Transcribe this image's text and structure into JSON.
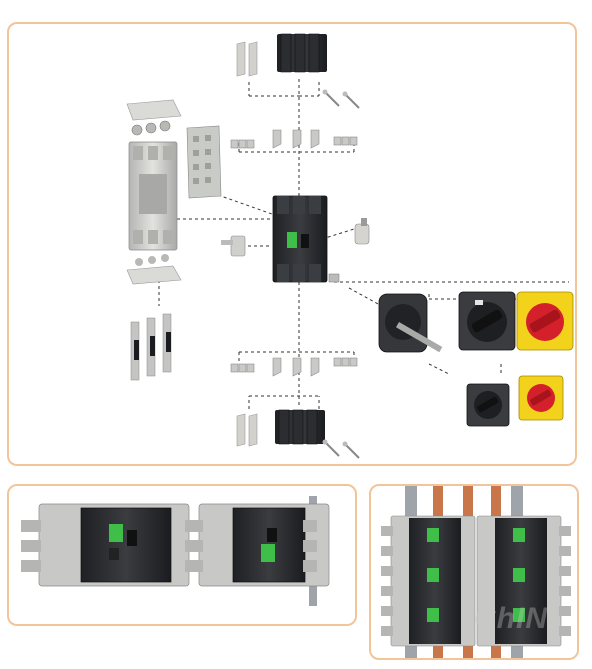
{
  "figure": {
    "panels": [
      "exploded-accessories-view",
      "assembled-breakers-side-by-side",
      "breakers-on-busbar"
    ],
    "watermark_text": "ChINt"
  },
  "colors": {
    "panel_border": "#f2c49a",
    "breaker_body": "#2b2d31",
    "accessory_gray": "#c8c8c6",
    "handle_red": "#d3202a",
    "handle_yellow": "#f2d21a",
    "label_green": "#3fbf4a",
    "busbar_copper": "#c8764a",
    "busbar_steel": "#9fa4aa"
  }
}
